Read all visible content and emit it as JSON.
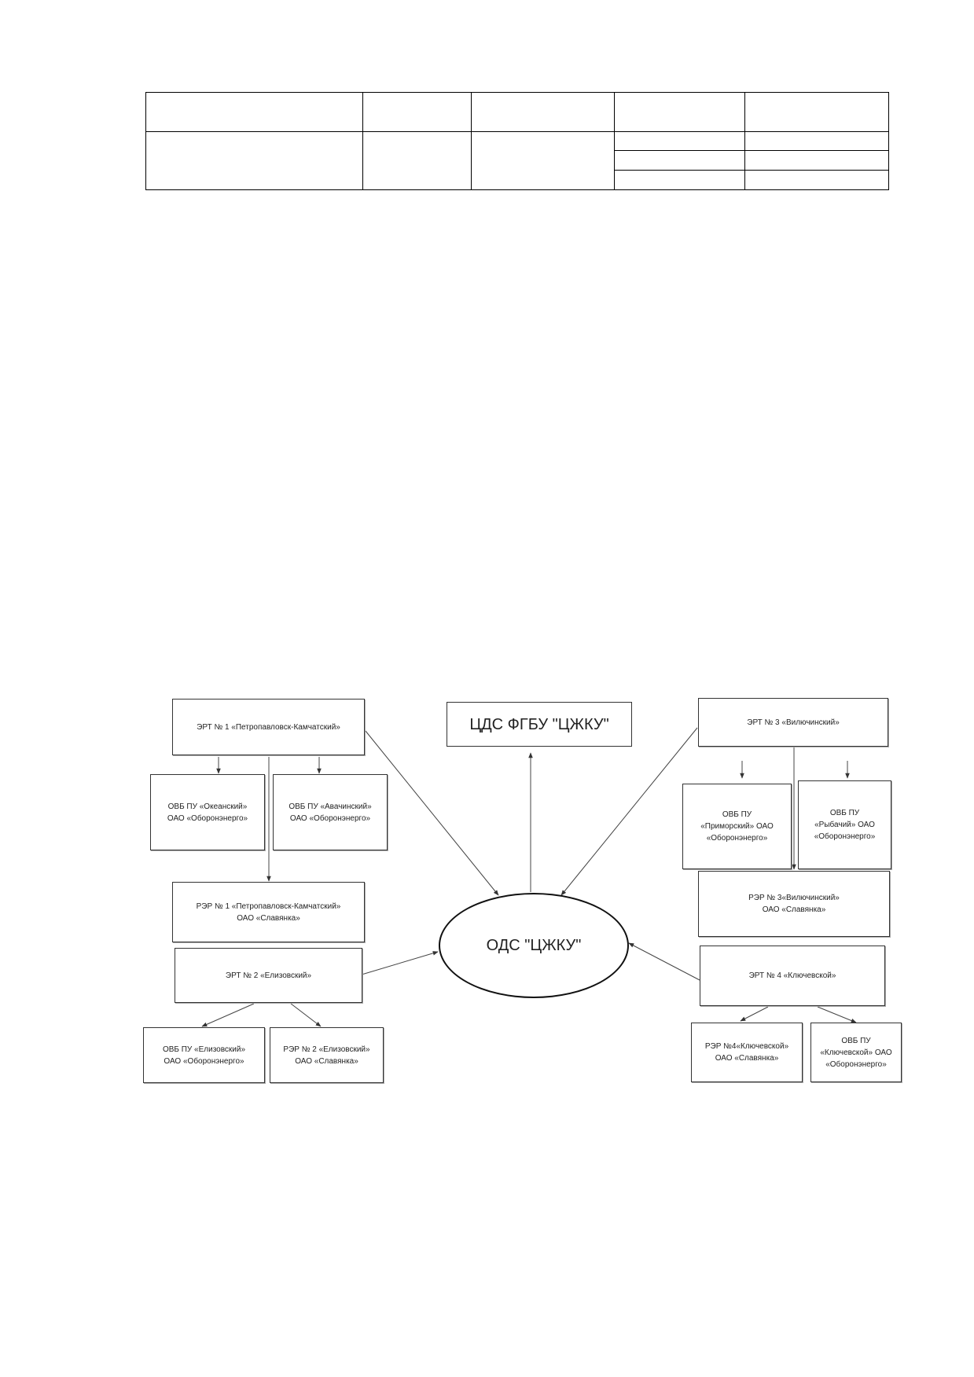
{
  "table": {
    "rows": [
      [
        "",
        "",
        "",
        "",
        ""
      ],
      [
        "",
        "",
        "",
        "",
        ""
      ],
      [
        "",
        ""
      ],
      [
        "",
        ""
      ]
    ]
  },
  "diagram": {
    "center": "ОДС \"ЦЖКУ\"",
    "top": "ЦДС ФГБУ \"ЦЖКУ\"",
    "ert1": "ЭРТ № 1 «Петропавловск-Камчатский»",
    "obp_okeansky": "ОВБ ПУ «Океанский»\nОАО «Оборонэнерго»",
    "obp_avachinsky": "ОВБ ПУ «Авачинский»\nОАО «Оборонэнерго»",
    "rer1": "РЭР № 1 «Петропавловск-Камчатский»\nОАО «Славянка»",
    "ert2": "ЭРТ № 2 «Елизовский»",
    "obp_elizovsky": "ОВБ ПУ «Елизовский»\nОАО «Оборонэнерго»",
    "rer2": "РЭР № 2 «Елизовский»\nОАО «Славянка»",
    "ert3": "ЭРТ № 3 «Вилючинский»",
    "obp_primorsky": "ОВБ ПУ\n«Приморский» ОАО\n«Оборонэнерго»",
    "obp_rybachy": "ОВБ ПУ\n«Рыбачий» ОАО\n«Оборонэнерго»",
    "rer3": "РЭР № 3«Вилючинский»\nОАО «Славянка»",
    "ert4": "ЭРТ № 4 «Ключевской»",
    "rer4": "РЭР №4«Ключевской»\nОАО «Славянка»",
    "obp_klyuchevskoy": "ОВБ ПУ\n«Ключевской» ОАО\n«Оборонэнерго»"
  }
}
